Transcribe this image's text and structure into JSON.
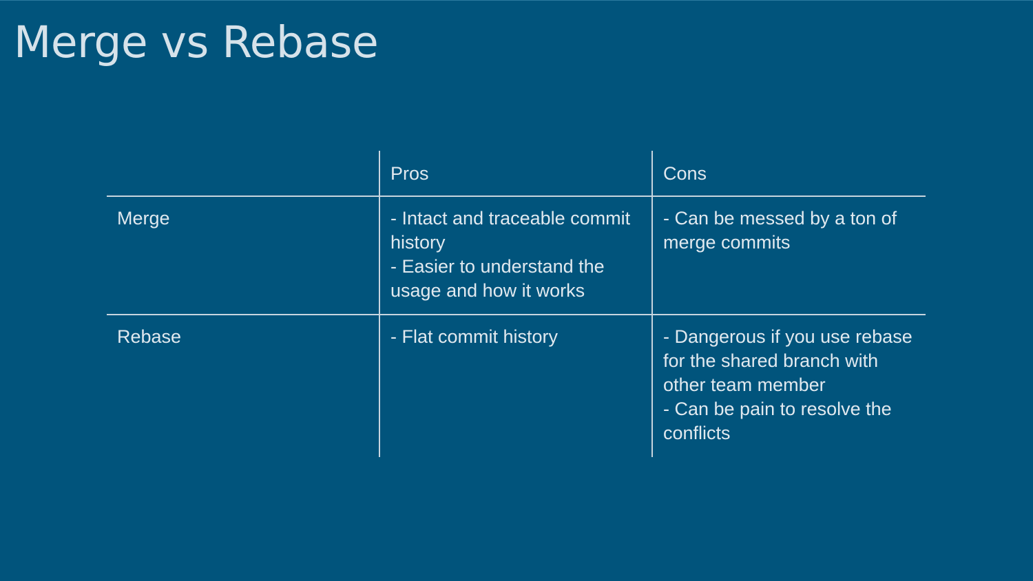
{
  "slide": {
    "title": "Merge vs Rebase"
  },
  "table": {
    "headers": [
      "",
      "Pros",
      "Cons"
    ],
    "rows": [
      {
        "label": "Merge",
        "pros": [
          "- Intact and traceable commit history",
          "- Easier to understand the usage and how it works"
        ],
        "cons": [
          "- Can be messed by a ton of merge commits"
        ]
      },
      {
        "label": "Rebase",
        "pros": [
          "- Flat commit history"
        ],
        "cons": [
          "- Dangerous if you use rebase for the shared branch with other team member",
          "- Can be pain to resolve the conflicts"
        ]
      }
    ]
  },
  "colors": {
    "background": "#01547c",
    "title_text": "#d6e2ea",
    "table_text": "#e1e9ef",
    "grid_lines": "#c9d6df"
  }
}
